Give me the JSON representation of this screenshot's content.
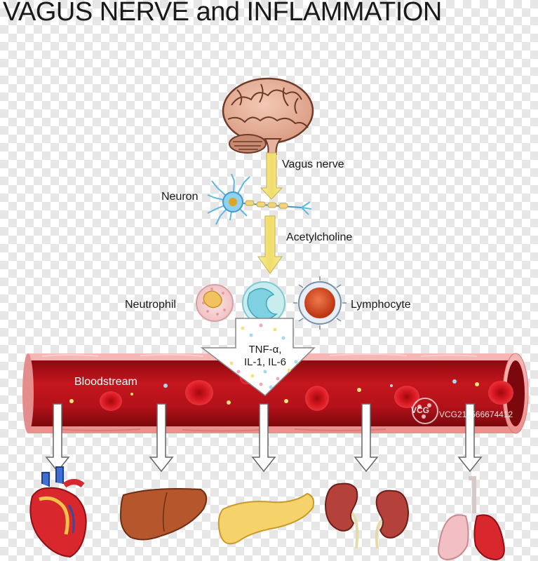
{
  "title": "VAGUS NERVE and INFLAMMATION",
  "labels": {
    "vagus_nerve": "Vagus nerve",
    "neuron": "Neuron",
    "acetylcholine": "Acetylcholine",
    "neutrophil": "Neutrophil",
    "lymphocyte": "Lymphocyte",
    "cytokines_line1": "TNF-α,",
    "cytokines_line2": "IL-1, IL-6",
    "bloodstream": "Bloodstream"
  },
  "watermark": {
    "logo": "VCG",
    "text": "VCG211566674412"
  },
  "organs": [
    "heart",
    "liver",
    "pancreas",
    "kidneys",
    "lungs"
  ],
  "colors": {
    "arrow_yellow": "#f4e27a",
    "vessel_red": "#b01318",
    "vessel_wall": "#f0a0a0",
    "rbc": "#d4141e"
  }
}
